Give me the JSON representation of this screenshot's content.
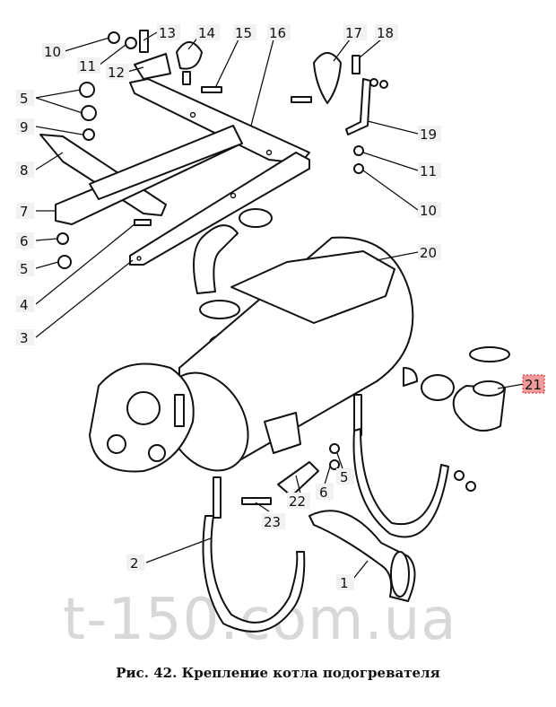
{
  "figure": {
    "caption": "Рис. 42. Крепление котла подогревателя",
    "watermark": "t-150.com.ua",
    "highlight_color": "#f19a9a",
    "labels": {
      "l10a": "10",
      "l11a": "11",
      "l12": "12",
      "l13": "13",
      "l14": "14",
      "l15": "15",
      "l16": "16",
      "l17": "17",
      "l18": "18",
      "l19": "19",
      "l11b": "11",
      "l10b": "10",
      "l5a": "5",
      "l9": "9",
      "l8": "8",
      "l7": "7",
      "l6a": "6",
      "l5b": "5",
      "l4": "4",
      "l3": "3",
      "l20": "20",
      "l21": "21",
      "l2": "2",
      "l23": "23",
      "l22": "22",
      "l6b": "6",
      "l5c": "5",
      "l1": "1"
    }
  }
}
